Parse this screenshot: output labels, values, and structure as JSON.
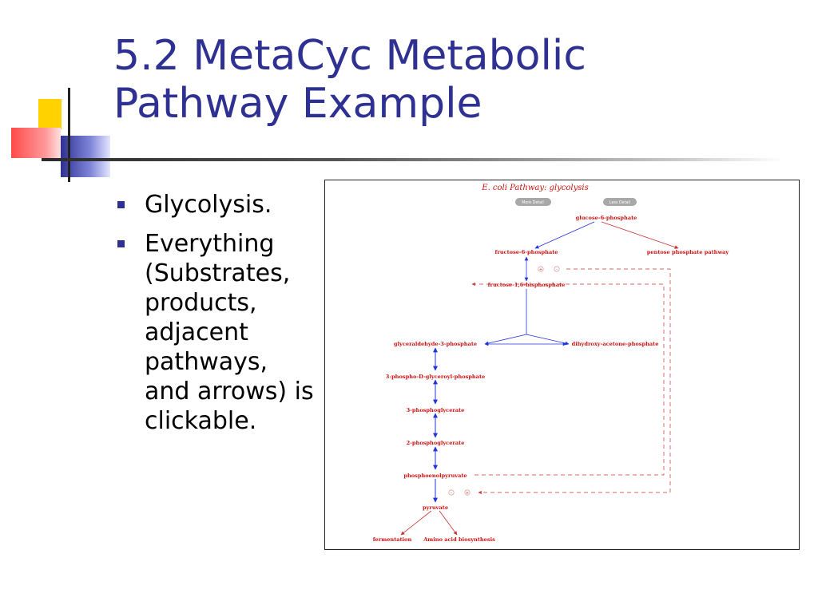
{
  "slide": {
    "title_line1": "5.2 MetaCyc Metabolic",
    "title_line2": "Pathway Example",
    "bullets": [
      "Glycolysis.",
      "Everything (Substrates, products, adjacent pathways, and arrows) is clickable."
    ]
  },
  "pathway": {
    "title": "E. coli Pathway:  glycolysis",
    "more_detail": "More Detail",
    "less_detail": "Less Detail",
    "nodes": {
      "g6p": "glucose-6-phosphate",
      "f6p": "fructose-6-phosphate",
      "ppp": "pentose phosphate pathway",
      "fbp": "fructose-1,6-bisphosphate",
      "gap": "glyceraldehyde-3-phosphate",
      "dhap": "dihydroxy-acetone-phosphate",
      "bpg": "3-phospho-D-glyceroyl-phosphate",
      "pg3": "3-phosphoglycerate",
      "pg2": "2-phosphoglycerate",
      "pep": "phosphoenolpyruvate",
      "pyr": "pyruvate",
      "ferm": "fermentation",
      "aab": "Amino acid biosynthesis"
    },
    "plus_minus": [
      "+",
      "-"
    ],
    "colors": {
      "node_text": "#cc1111",
      "forward_arrow": "#2233dd",
      "side_arrow": "#cc3333",
      "title_text": "#2e3192",
      "bullet_marker": "#2e3192"
    }
  }
}
